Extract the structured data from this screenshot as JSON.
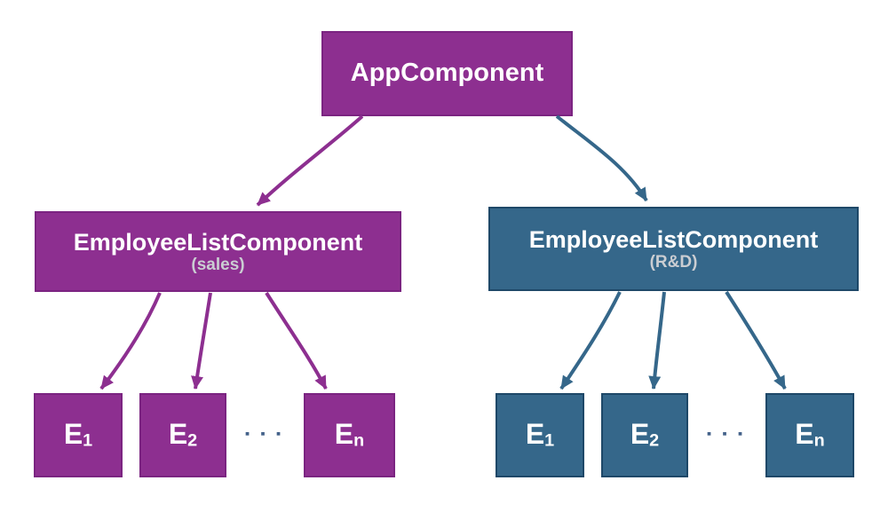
{
  "colors": {
    "canvas": "#ffffff",
    "purple": "#8d2f90",
    "purple-border": "#7b2481",
    "blue": "#35678a",
    "blue-border": "#1e4868",
    "label": "#ffffff",
    "sublabel": "#cacdd2",
    "dots": "#44628a"
  },
  "nodes": {
    "app": {
      "label": "AppComponent"
    },
    "sales": {
      "label": "EmployeeListComponent",
      "sublabel": "(sales)",
      "dots": "▪ ▪ ▪",
      "children": [
        {
          "base": "E",
          "sub": "1"
        },
        {
          "base": "E",
          "sub": "2"
        },
        {
          "base": "E",
          "sub": "n"
        }
      ]
    },
    "rnd": {
      "label": "EmployeeListComponent",
      "sublabel": "(R&D)",
      "dots": "▪ ▪ ▪",
      "children": [
        {
          "base": "E",
          "sub": "1"
        },
        {
          "base": "E",
          "sub": "2"
        },
        {
          "base": "E",
          "sub": "n"
        }
      ]
    }
  }
}
